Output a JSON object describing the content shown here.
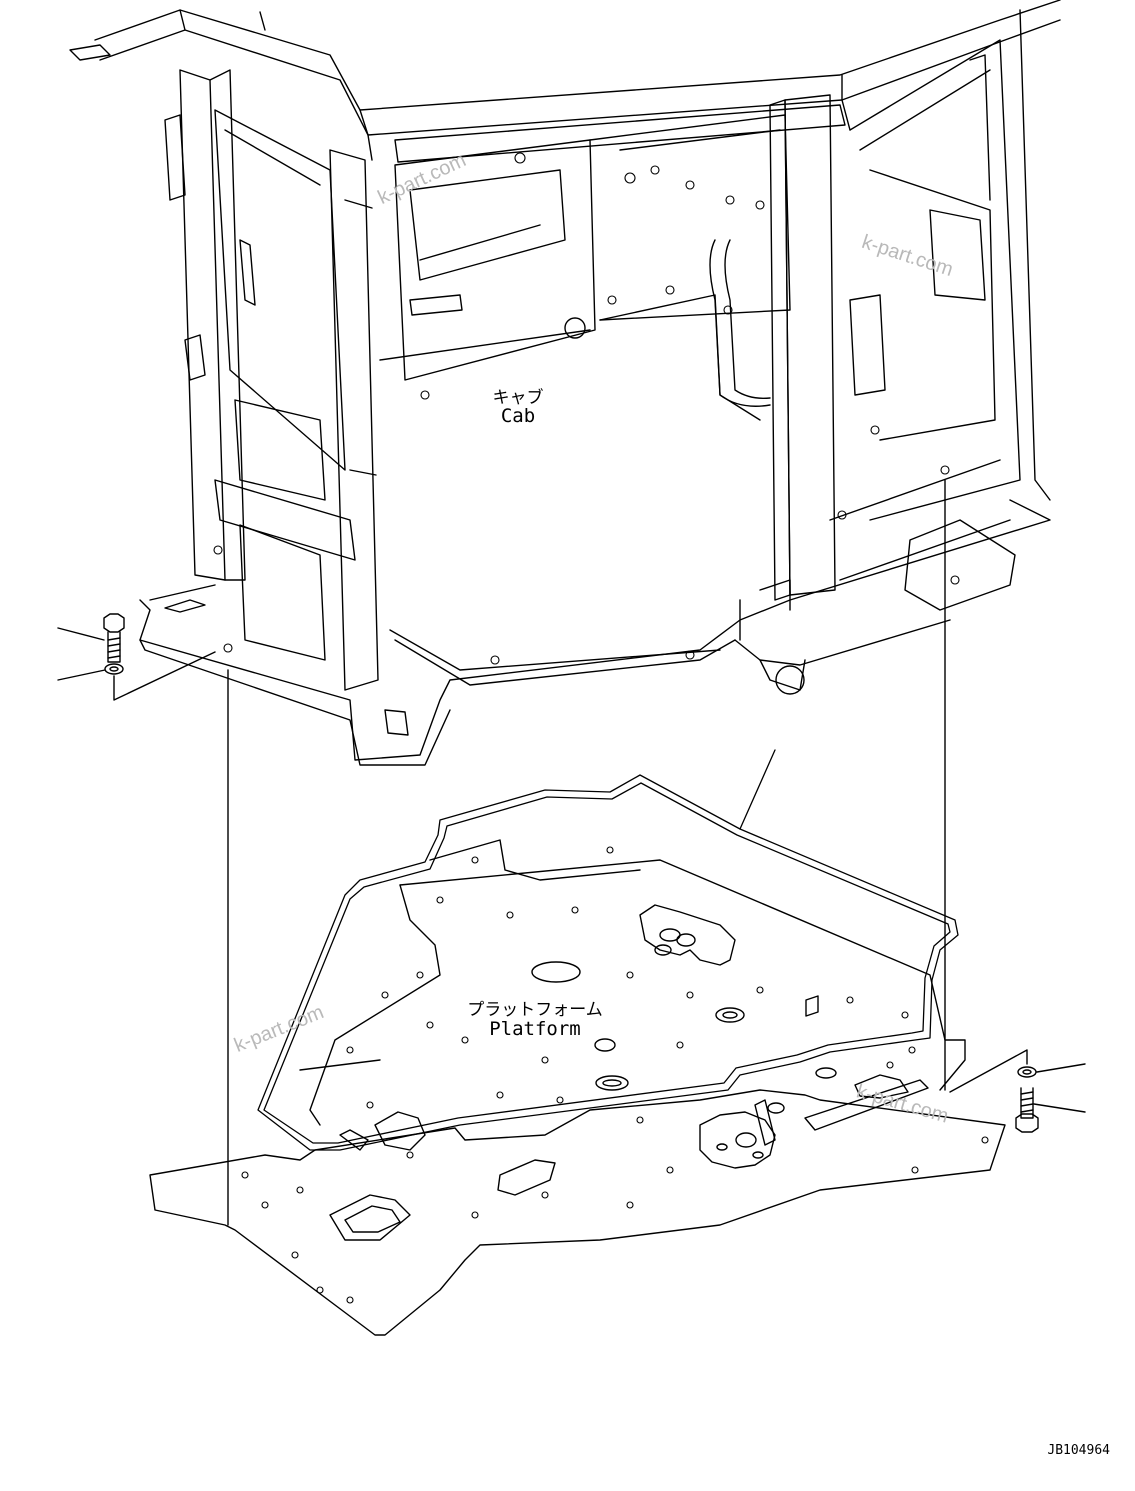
{
  "labels": {
    "cab_jp": "キャブ",
    "cab_en": "Cab",
    "platform_jp": "プラットフォーム",
    "platform_en": "Platform",
    "drawing_code": "JB104964"
  },
  "watermarks": [
    "k-part.com",
    "k-part.com",
    "k-part.com",
    "k-part.com"
  ],
  "colors": {
    "line": "#000000",
    "watermark": "#b9b9b9",
    "background": "#ffffff"
  }
}
